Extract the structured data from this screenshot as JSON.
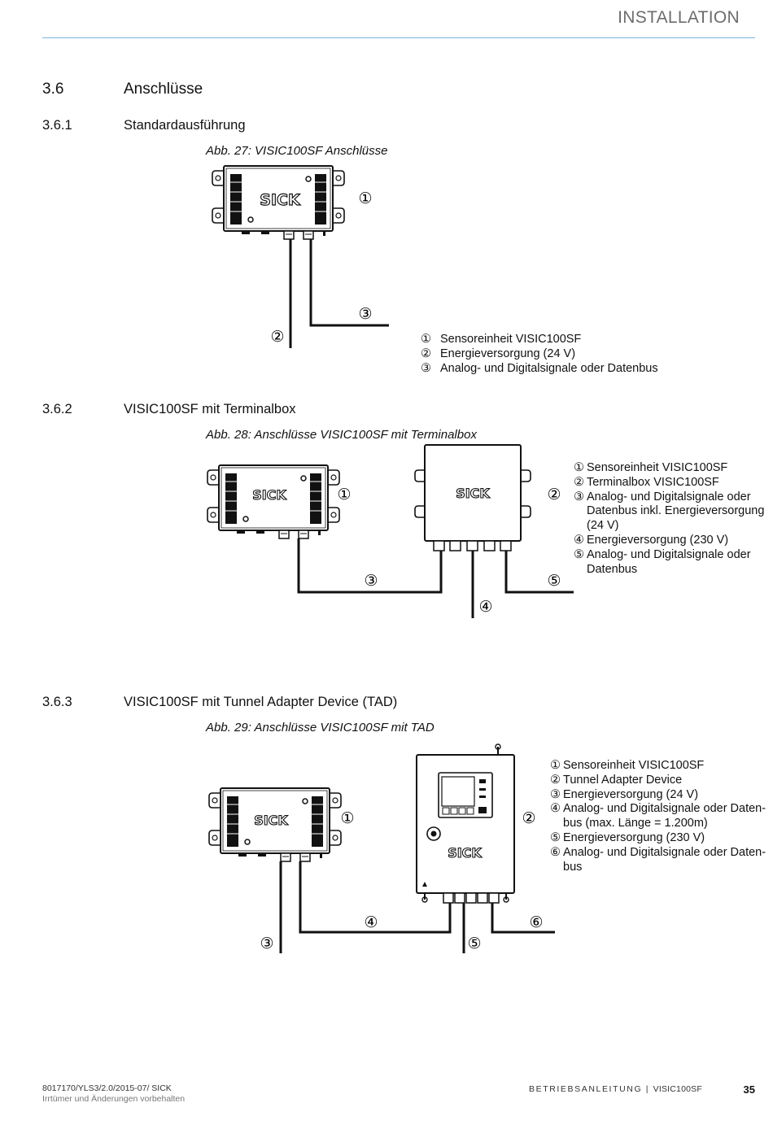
{
  "header": {
    "title": "INSTALLATION"
  },
  "section": {
    "number": "3.6",
    "title": "Anschlüsse"
  },
  "subsections": [
    {
      "number": "3.6.1",
      "title": "Standardausführung",
      "caption": "Abb. 27: VISIC100SF Anschlüsse",
      "legend": [
        {
          "n": "①",
          "text": "Sensoreinheit VISIC100SF"
        },
        {
          "n": "②",
          "text": "Energieversorgung (24 V)"
        },
        {
          "n": "③",
          "text": "Analog- und Digitalsignale oder Datenbus"
        }
      ]
    },
    {
      "number": "3.6.2",
      "title": "VISIC100SF mit Terminalbox",
      "caption": "Abb. 28: Anschlüsse VISIC100SF mit Terminalbox",
      "legend": [
        {
          "n": "①",
          "lines": [
            "Sensoreinheit VISIC100SF"
          ]
        },
        {
          "n": "②",
          "lines": [
            "Terminalbox VISIC100SF"
          ]
        },
        {
          "n": "③",
          "lines": [
            "Analog- und Digitalsignale oder",
            "Datenbus inkl. Energieversorgung",
            "(24 V)"
          ]
        },
        {
          "n": "④",
          "lines": [
            "Energieversorgung (230 V)"
          ]
        },
        {
          "n": "⑤",
          "lines": [
            "Analog- und Digitalsignale oder",
            "Datenbus"
          ]
        }
      ]
    },
    {
      "number": "3.6.3",
      "title": "VISIC100SF mit Tunnel Adapter Device (TAD)",
      "caption": "Abb. 29: Anschlüsse VISIC100SF mit TAD",
      "legend": [
        {
          "n": "①",
          "lines": [
            "Sensoreinheit VISIC100SF"
          ]
        },
        {
          "n": "②",
          "lines": [
            "Tunnel Adapter Device"
          ]
        },
        {
          "n": "③",
          "lines": [
            "Energieversorgung (24 V)"
          ]
        },
        {
          "n": "④",
          "lines": [
            "Analog- und Digitalsignale oder Daten-",
            "bus (max. Länge = 1.200m)"
          ]
        },
        {
          "n": "⑤",
          "lines": [
            "Energieversorgung (230 V)"
          ]
        },
        {
          "n": "⑥",
          "lines": [
            "Analog- und Digitalsignale oder Daten-",
            "bus"
          ]
        }
      ]
    }
  ],
  "figure_labels": {
    "fig27": [
      "①",
      "②",
      "③"
    ],
    "fig28": [
      "①",
      "②",
      "③",
      "④",
      "⑤"
    ],
    "fig29": [
      "①",
      "②",
      "③",
      "④",
      "⑤",
      "⑥"
    ]
  },
  "brand_logo": "SICK",
  "footer": {
    "doc_id": "8017170/YLS3/2.0/2015-07/ SICK",
    "note": "Irrtümer und Änderungen vorbehalten",
    "manual": "BETRIEBSANLEITUNG",
    "separator": "|",
    "model": "VISIC100SF",
    "page": "35"
  },
  "colors": {
    "header_rule": "#7fb7e0",
    "header_text": "#6d6d6d",
    "ink": "#111111"
  }
}
